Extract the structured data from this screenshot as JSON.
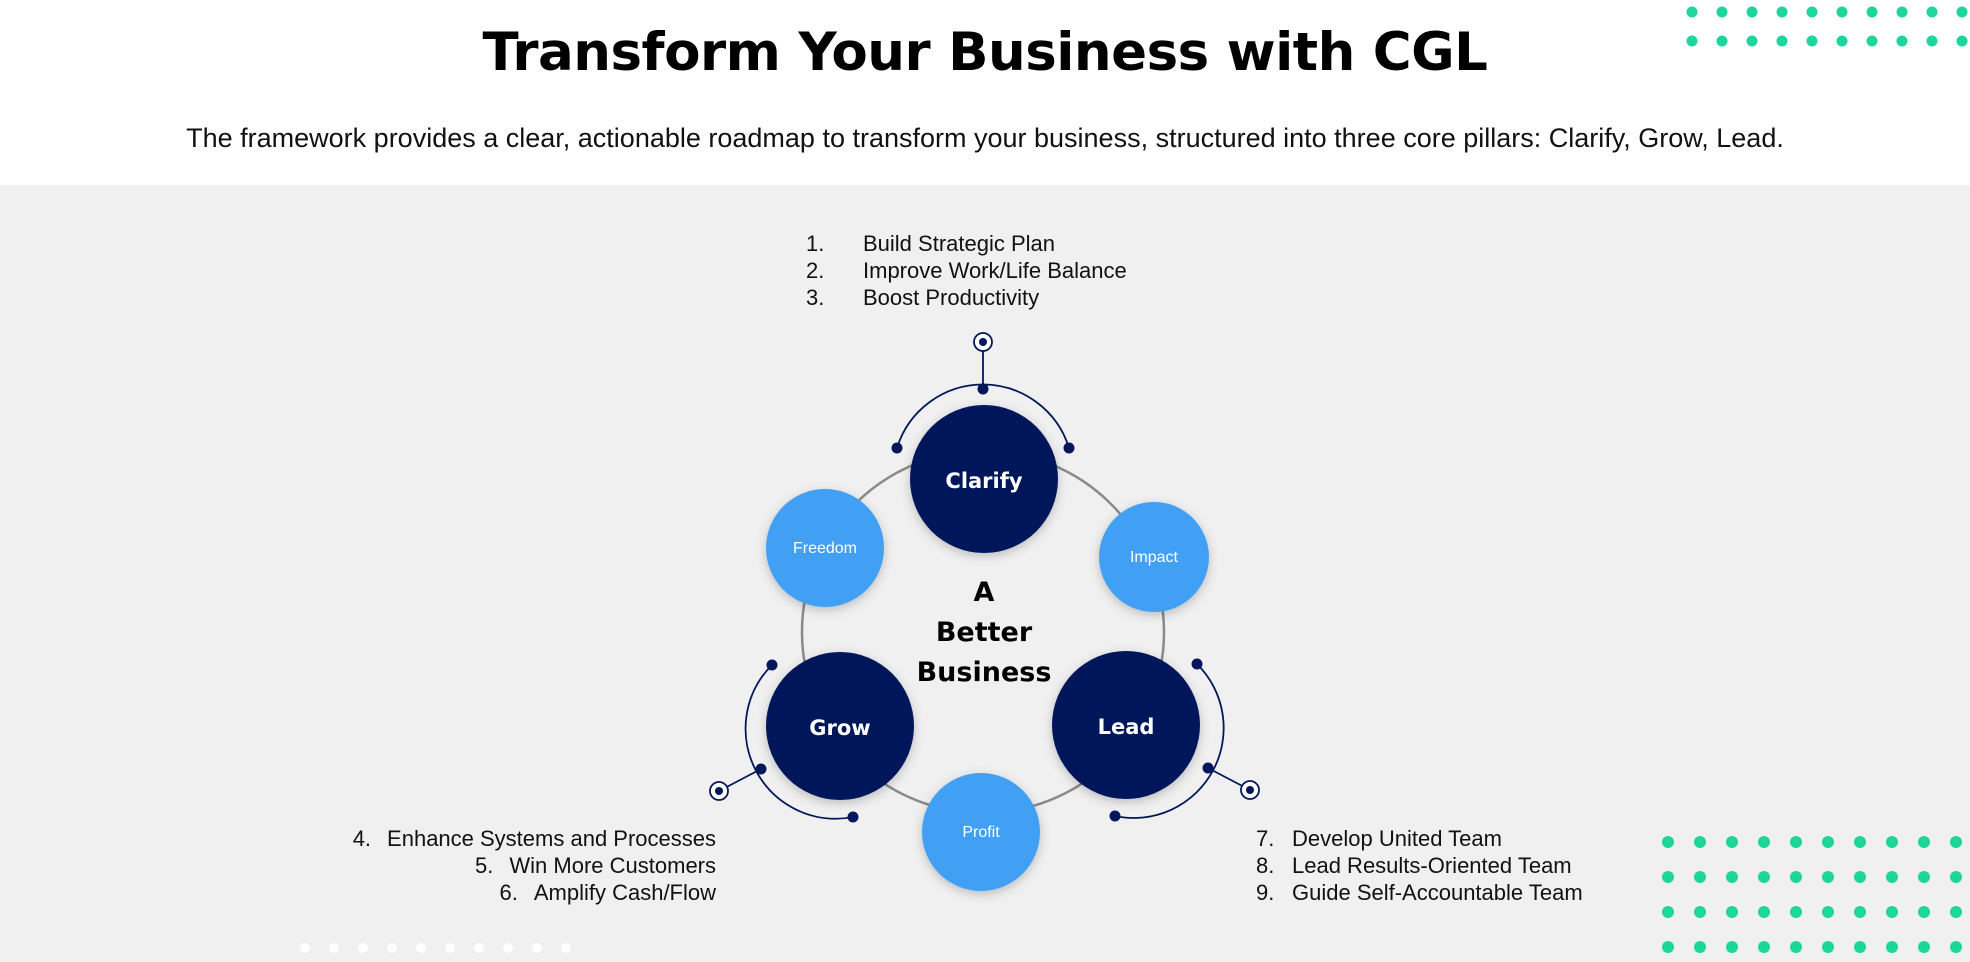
{
  "header": {
    "title": "Transform Your Business with CGL",
    "subtitle": "The framework provides a clear, actionable roadmap to transform your business, structured into three core pillars: Clarify, Grow, Lead."
  },
  "pillars": {
    "clarify": {
      "label": "Clarify",
      "items": [
        {
          "num": "1.",
          "text": "Build Strategic Plan"
        },
        {
          "num": "2.",
          "text": "Improve Work/Life Balance"
        },
        {
          "num": "3.",
          "text": "Boost Productivity"
        }
      ]
    },
    "grow": {
      "label": "Grow",
      "items": [
        {
          "num": "4.",
          "text": "Enhance Systems and Processes"
        },
        {
          "num": "5.",
          "text": "Win More Customers"
        },
        {
          "num": "6.",
          "text": "Amplify Cash/Flow"
        }
      ]
    },
    "lead": {
      "label": "Lead",
      "items": [
        {
          "num": "7.",
          "text": "Develop United Team"
        },
        {
          "num": "8.",
          "text": "Lead Results-Oriented Team"
        },
        {
          "num": "9.",
          "text": "Guide Self-Accountable Team"
        }
      ]
    }
  },
  "outcomes": {
    "freedom": "Freedom",
    "impact": "Impact",
    "profit": "Profit"
  },
  "center": {
    "line1": "A",
    "line2": "Better",
    "line3": "Business"
  },
  "colors": {
    "pillar": "#03175a",
    "outcome": "#43a0f4",
    "accent_dots": "#1ed59c",
    "panel_bg": "#f0f0f0"
  }
}
